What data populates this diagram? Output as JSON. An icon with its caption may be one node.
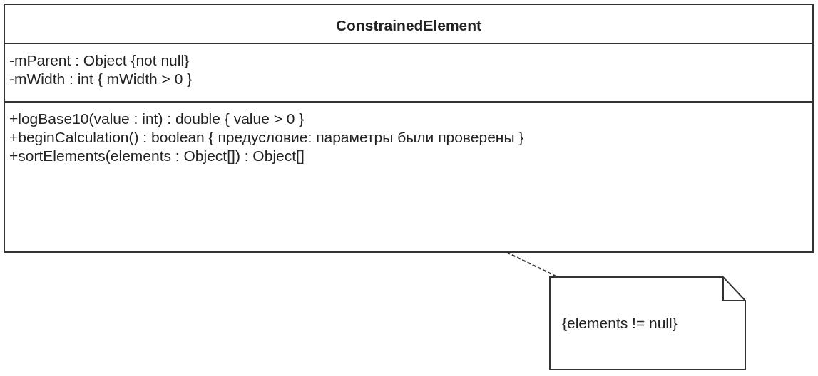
{
  "diagram": {
    "nodes": [
      {
        "text": [
          "ConstrainedElement",
          "-mParent : Object {not null}",
          "-mWidth : int { mWidth > 0 }",
          "+logBase10(value : int) : double { value > 0 }",
          "+beginCalculation() : boolean { предусловие: параметры были проверены  }",
          "+sortElements(elements : Object[]) : Object[]"
        ]
      },
      {
        "text": [
          "{elements != null}"
        ]
      }
    ],
    "edges": [
      {
        "from": 1,
        "to": 0,
        "arrow": "none",
        "style": "dashed"
      }
    ]
  }
}
